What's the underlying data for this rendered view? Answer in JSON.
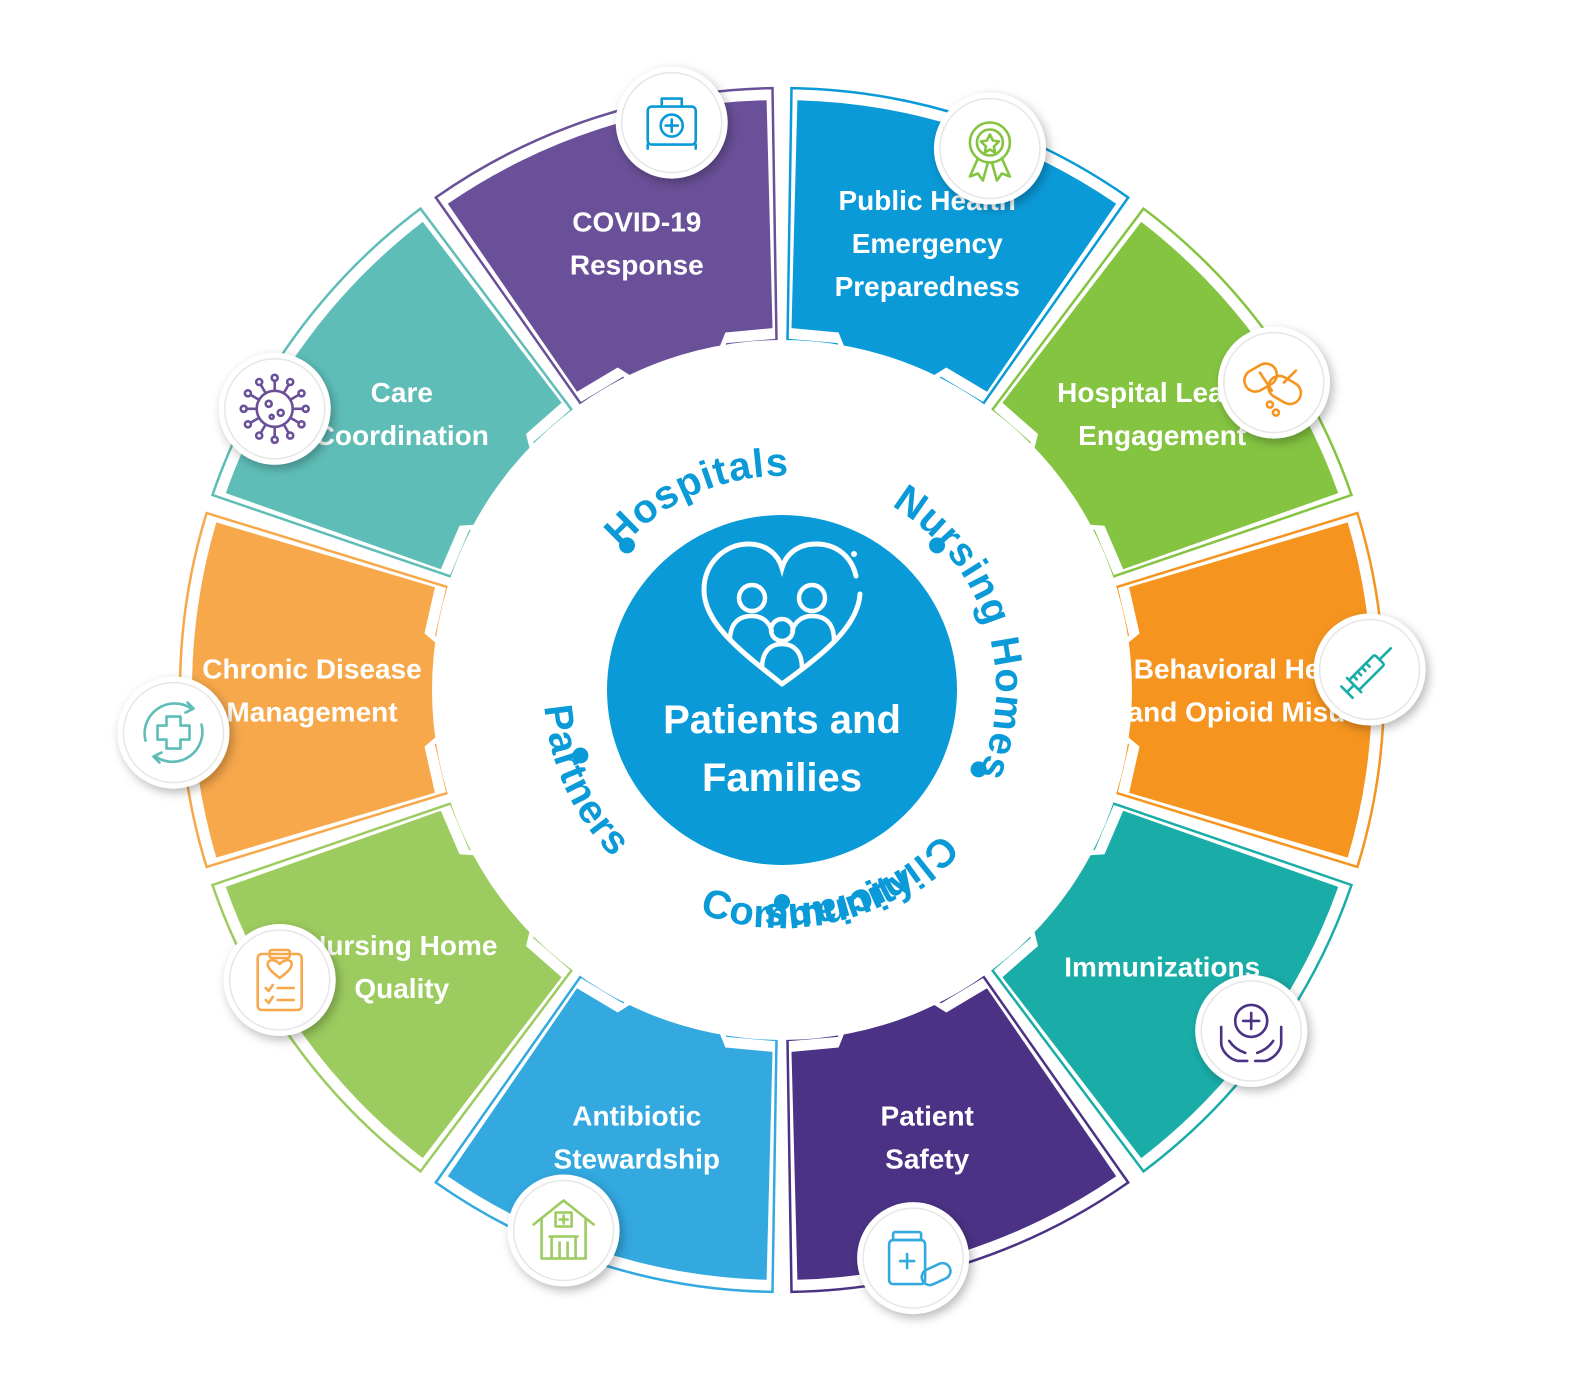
{
  "center": {
    "title_lines": [
      "Patients and",
      "Families"
    ],
    "icon": "heart-family-icon",
    "color": "#0a9ad8"
  },
  "ring_words": [
    {
      "text": "Nursing Homes",
      "position": "top"
    },
    {
      "text": "Clinicians",
      "position": "right"
    },
    {
      "text": "Community",
      "position": "bottom-right"
    },
    {
      "text": "Partners",
      "position": "bottom-left"
    },
    {
      "text": "Hospitals",
      "position": "left"
    }
  ],
  "segments": [
    {
      "id": "public-health",
      "lines": [
        "Public Health",
        "Emergency",
        "Preparedness"
      ],
      "color": "#0a9ad8",
      "icon": "first-aid-kit-icon"
    },
    {
      "id": "hospital-leader",
      "lines": [
        "Hospital Leader",
        "Engagement"
      ],
      "color": "#84c441",
      "icon": "award-ribbon-icon"
    },
    {
      "id": "behavioral-health",
      "lines": [
        "Behavioral Health",
        "and Opioid Misuse"
      ],
      "color": "#f5951f",
      "icon": "pills-icon"
    },
    {
      "id": "immunizations",
      "lines": [
        "Immunizations"
      ],
      "color": "#1aada8",
      "icon": "syringe-icon"
    },
    {
      "id": "patient-safety",
      "lines": [
        "Patient",
        "Safety"
      ],
      "color": "#4b3285",
      "icon": "hands-cross-icon"
    },
    {
      "id": "antibiotic",
      "lines": [
        "Antibiotic",
        "Stewardship"
      ],
      "color": "#33a9e0",
      "icon": "medicine-bottle-icon"
    },
    {
      "id": "nursing-home-quality",
      "lines": [
        "Nursing Home",
        "Quality"
      ],
      "color": "#9ccb5f",
      "icon": "nursing-home-building-icon"
    },
    {
      "id": "chronic-disease",
      "lines": [
        "Chronic Disease",
        "Management"
      ],
      "color": "#f7a84b",
      "icon": "clipboard-heart-icon"
    },
    {
      "id": "care-coordination",
      "lines": [
        "Care",
        "Coordination"
      ],
      "color": "#5fbdb8",
      "icon": "cycle-cross-icon"
    },
    {
      "id": "covid",
      "lines": [
        "COVID-19",
        "Response"
      ],
      "color": "#6a5098",
      "icon": "virus-icon"
    }
  ]
}
